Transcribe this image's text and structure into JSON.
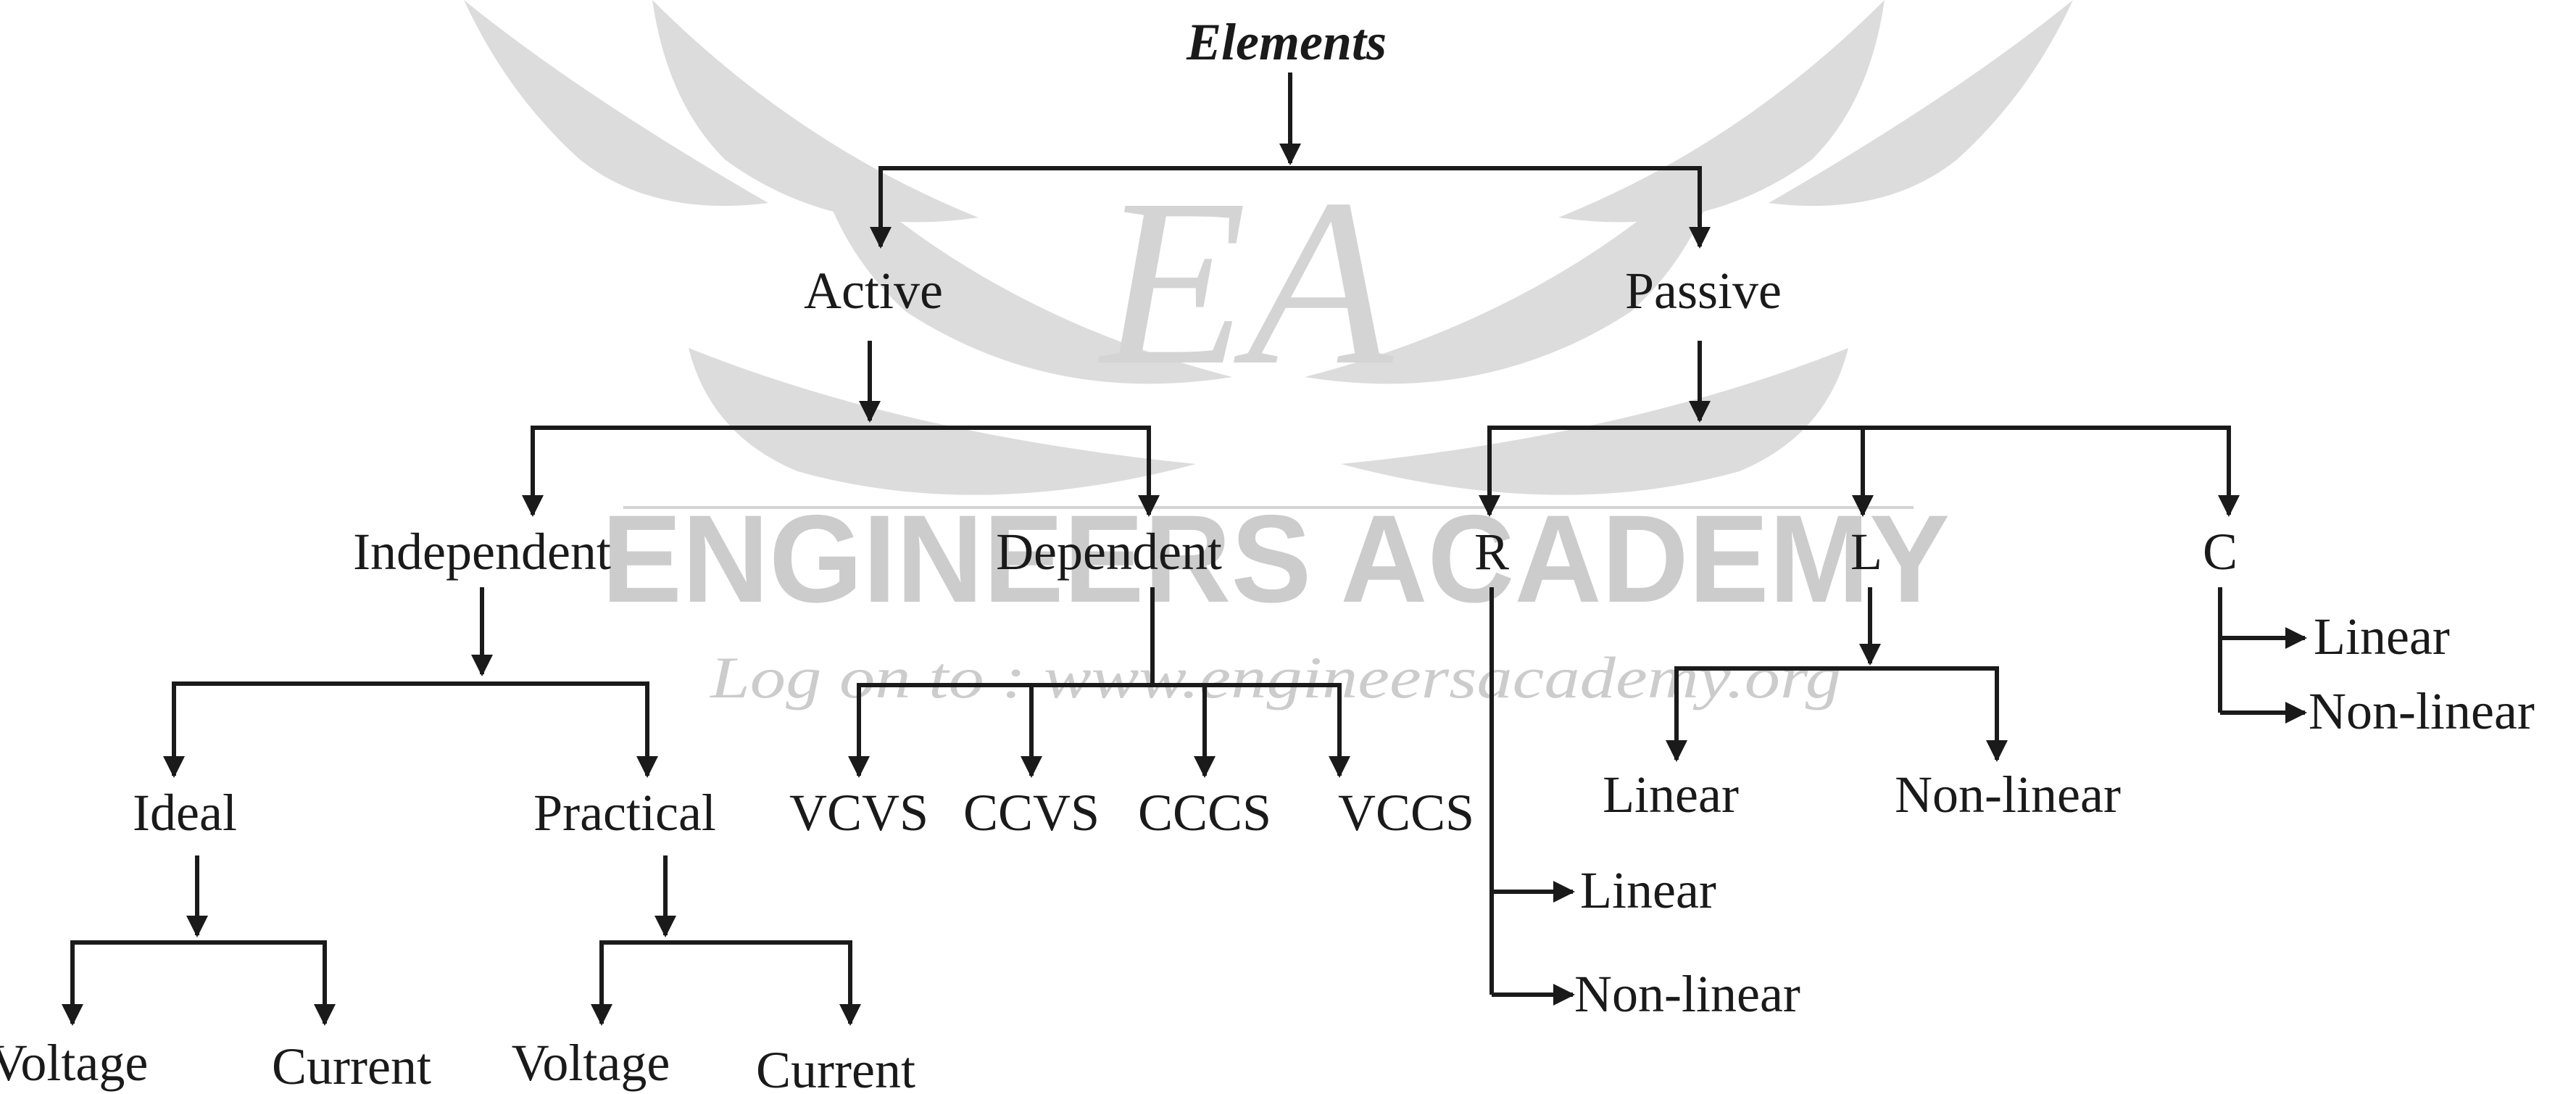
{
  "colors": {
    "ink": "#1a1a1a",
    "watermark": "#c9c9c9",
    "background": "#ffffff"
  },
  "watermark": {
    "logo_text": "EA",
    "brand": "ENGINEERS ACADEMY",
    "url": "Log on to : www.engineersacademy.org"
  },
  "nodes": {
    "root": "Elements",
    "active": "Active",
    "passive": "Passive",
    "independent": "Independent",
    "dependent": "Dependent",
    "ideal": "Ideal",
    "practical": "Practical",
    "ideal_voltage": "Voltage",
    "ideal_current": "Current",
    "practical_voltage": "Voltage",
    "practical_current": "Current",
    "vcvs": "VCVS",
    "ccvs": "CCVS",
    "cccs": "CCCS",
    "vccs": "VCCS",
    "r": "R",
    "l": "L",
    "c": "C",
    "r_linear": "Linear",
    "r_nonlinear": "Non-linear",
    "l_linear": "Linear",
    "l_nonlinear": "Non-linear",
    "c_linear": "Linear",
    "c_nonlinear": "Non-linear"
  }
}
